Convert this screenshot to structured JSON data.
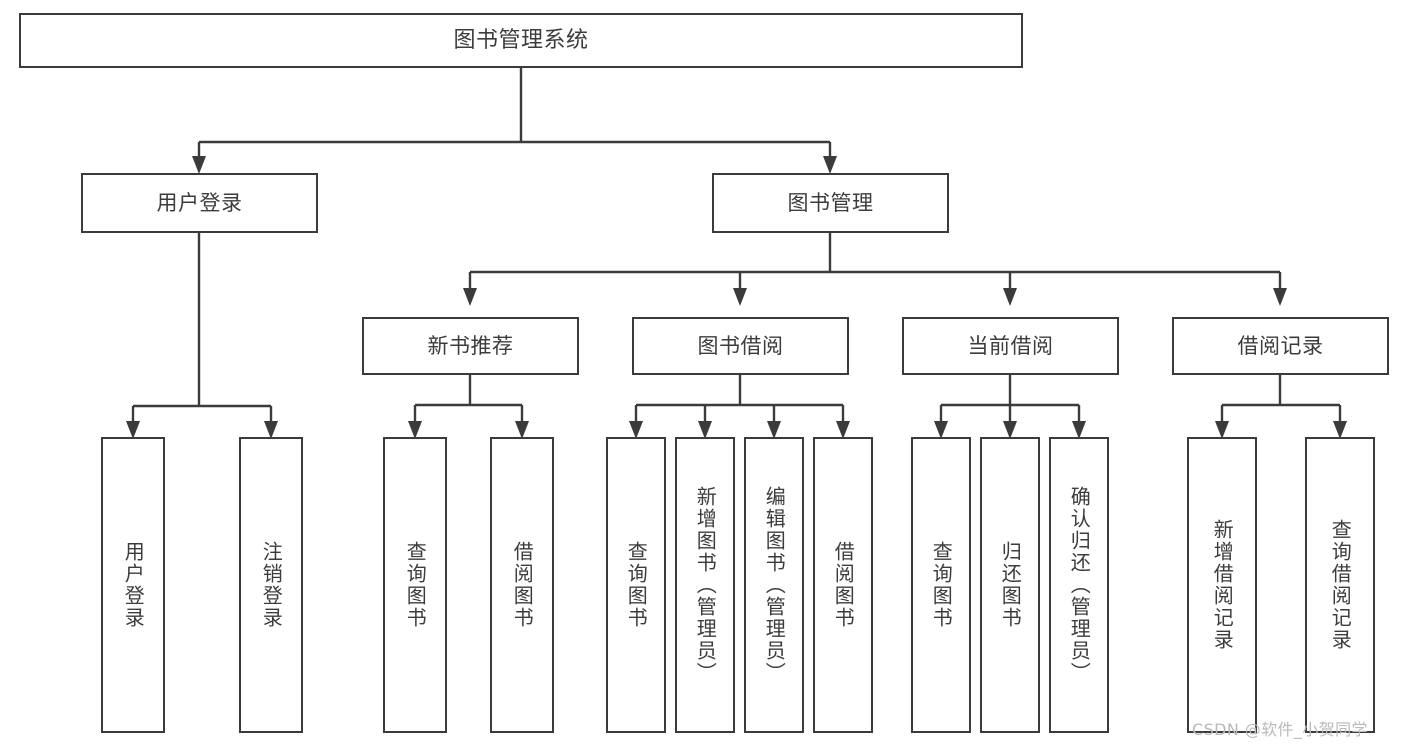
{
  "diagram": {
    "title": "图书管理系统",
    "type": "tree-hierarchy-chart",
    "background_color": "#ffffff",
    "line_color": "#3b3b3b",
    "text_color": "#3c3c3c"
  },
  "root": {
    "label": "图书管理系统"
  },
  "level1": [
    {
      "label": "用户登录"
    },
    {
      "label": "图书管理"
    }
  ],
  "level2": [
    {
      "label": "新书推荐"
    },
    {
      "label": "图书借阅"
    },
    {
      "label": "当前借阅"
    },
    {
      "label": "借阅记录"
    }
  ],
  "leaves": {
    "user_login": [
      {
        "label": "用户登录"
      },
      {
        "label": "注销登录"
      }
    ],
    "new_book": [
      {
        "label": "查询图书"
      },
      {
        "label": "借阅图书"
      }
    ],
    "book_borrow": [
      {
        "label": "查询图书"
      },
      {
        "label": "新增图书（管理员）"
      },
      {
        "label": "编辑图书（管理员）"
      },
      {
        "label": "借阅图书"
      }
    ],
    "current_borrow": [
      {
        "label": "查询图书"
      },
      {
        "label": "归还图书"
      },
      {
        "label": "确认归还（管理员）"
      }
    ],
    "borrow_record": [
      {
        "label": "新增借阅记录"
      },
      {
        "label": "查询借阅记录"
      }
    ]
  },
  "watermark": {
    "text": "CSDN @软件_小贺同学"
  }
}
